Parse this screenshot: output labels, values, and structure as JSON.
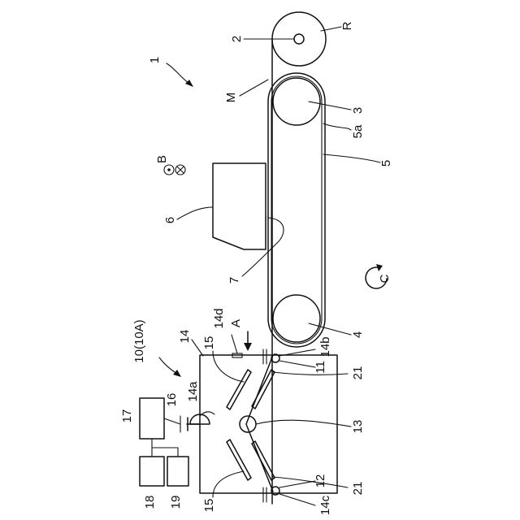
{
  "figure": {
    "labels": {
      "machine": "1",
      "shaft": "2",
      "roller_upper": "3",
      "roller_lower": "4",
      "belt": "5",
      "belt_surface": "5a",
      "head": "6",
      "nozzle": "7",
      "unit": "10(10A)",
      "guide_roller_upper": "11",
      "guide_roller_lower": "12",
      "center_roller": "13",
      "chamber": "14",
      "port_14a": "14a",
      "port_14b": "14b",
      "port_14c": "14c",
      "port_14d": "14d",
      "plate_upper": "15",
      "plate_lower": "15",
      "pump": "16",
      "controller": "17",
      "box_18": "18",
      "box_19": "19",
      "plate_21_upper": "21",
      "plate_21_lower": "21",
      "medium": "M",
      "roll": "R",
      "arrow_a": "A",
      "direction_b": "B",
      "rotation_c": "C"
    }
  }
}
